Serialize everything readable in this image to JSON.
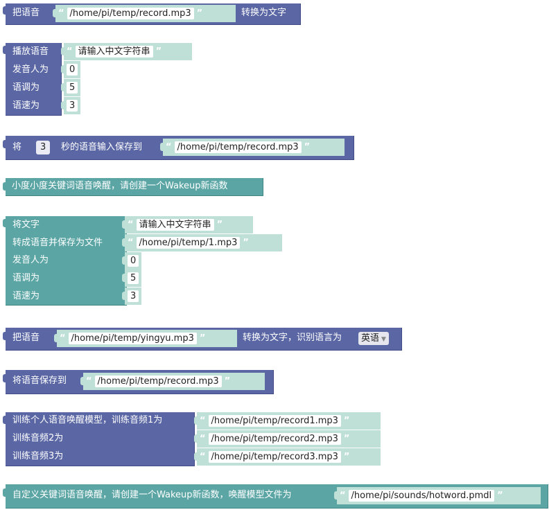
{
  "blocks": {
    "b1": {
      "prefix": "把语音",
      "path": "/home/pi/temp/record.mp3",
      "suffix": "转换为文字"
    },
    "b2": {
      "l1": "播放语音",
      "text": "请输入中文字符串",
      "l2": "发音人为",
      "v2": "0",
      "l3": "语调为",
      "v3": "5",
      "l4": "语速为",
      "v4": "3"
    },
    "b3": {
      "prefix": "将",
      "seconds": "3",
      "mid": "秒的语音输入保存到",
      "path": "/home/pi/temp/record.mp3"
    },
    "b4": {
      "label": "小度小度关键词语音唤醒，请创建一个Wakeup新函数"
    },
    "b5": {
      "l1": "将文字",
      "text": "请输入中文字符串",
      "l2": "转成语音并保存为文件",
      "path": "/home/pi/temp/1.mp3",
      "l3": "发音人为",
      "v3": "0",
      "l4": "语调为",
      "v4": "5",
      "l5": "语速为",
      "v5": "3"
    },
    "b6": {
      "prefix": "把语音",
      "path": "/home/pi/temp/yingyu.mp3",
      "suffix": "转换为文字，识别语言为",
      "lang": "英语"
    },
    "b7": {
      "prefix": "将语音保存到",
      "path": "/home/pi/temp/record.mp3"
    },
    "b8": {
      "l1": "训练个人语音唤醒模型，训练音频1为",
      "p1": "/home/pi/temp/record1.mp3",
      "l2": "训练音频2为",
      "p2": "/home/pi/temp/record2.mp3",
      "l3": "训练音频3为",
      "p3": "/home/pi/temp/record3.mp3"
    },
    "b9": {
      "label": "自定义关键词语音唤醒，请创建一个Wakeup新函数，唤醒模型文件为",
      "path": "/home/pi/sounds/hotword.pmdl"
    }
  },
  "quote_open": "“",
  "quote_close": "”",
  "dropdown_arrow": "▼",
  "colors": {
    "purple": "#5b67a5",
    "teal": "#5ba5a5",
    "string": "#bfe0d6"
  }
}
